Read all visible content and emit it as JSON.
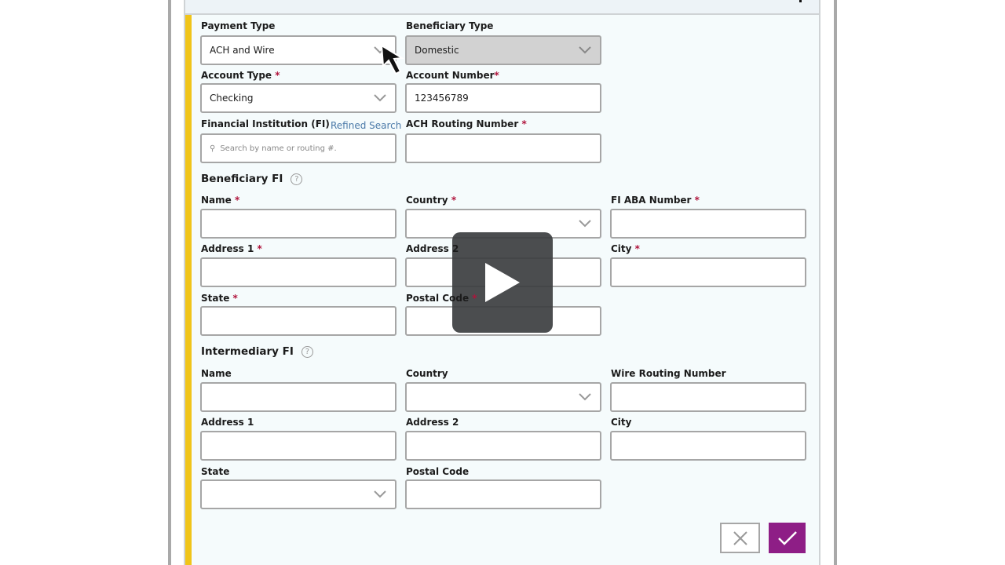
{
  "payment_type": {
    "label": "Payment Type",
    "value": "ACH and Wire"
  },
  "beneficiary_type": {
    "label": "Beneficiary Type",
    "value": "Domestic"
  },
  "account_type": {
    "label": "Account Type",
    "value": "Checking"
  },
  "account_number": {
    "label": "Account Number",
    "value": "123456789"
  },
  "fi": {
    "label": "Financial Institution (FI)",
    "link": "Refined Search",
    "placeholder": "Search by name or routing #."
  },
  "ach_routing": {
    "label": "ACH Routing Number",
    "value": ""
  },
  "required_mark": "*",
  "help_glyph": "?",
  "beneficiary_fi": {
    "heading": "Beneficiary FI",
    "name": "Name",
    "country": "Country",
    "aba": "FI ABA Number",
    "address1": "Address 1",
    "address2": "Address 2",
    "city": "City",
    "state": "State",
    "postal": "Postal Code"
  },
  "intermediary_fi": {
    "heading": "Intermediary FI",
    "name": "Name",
    "country": "Country",
    "wire": "Wire Routing Number",
    "address1": "Address 1",
    "address2": "Address 2",
    "city": "City",
    "state": "State",
    "postal": "Postal Code"
  },
  "actions": {
    "cancel": "cancel-x-icon",
    "confirm": "checkmark-icon"
  },
  "colors": {
    "accent_bar": "#f0c419",
    "confirm": "#8e1e86",
    "required": "#b0143c",
    "link": "#4a79a8"
  }
}
